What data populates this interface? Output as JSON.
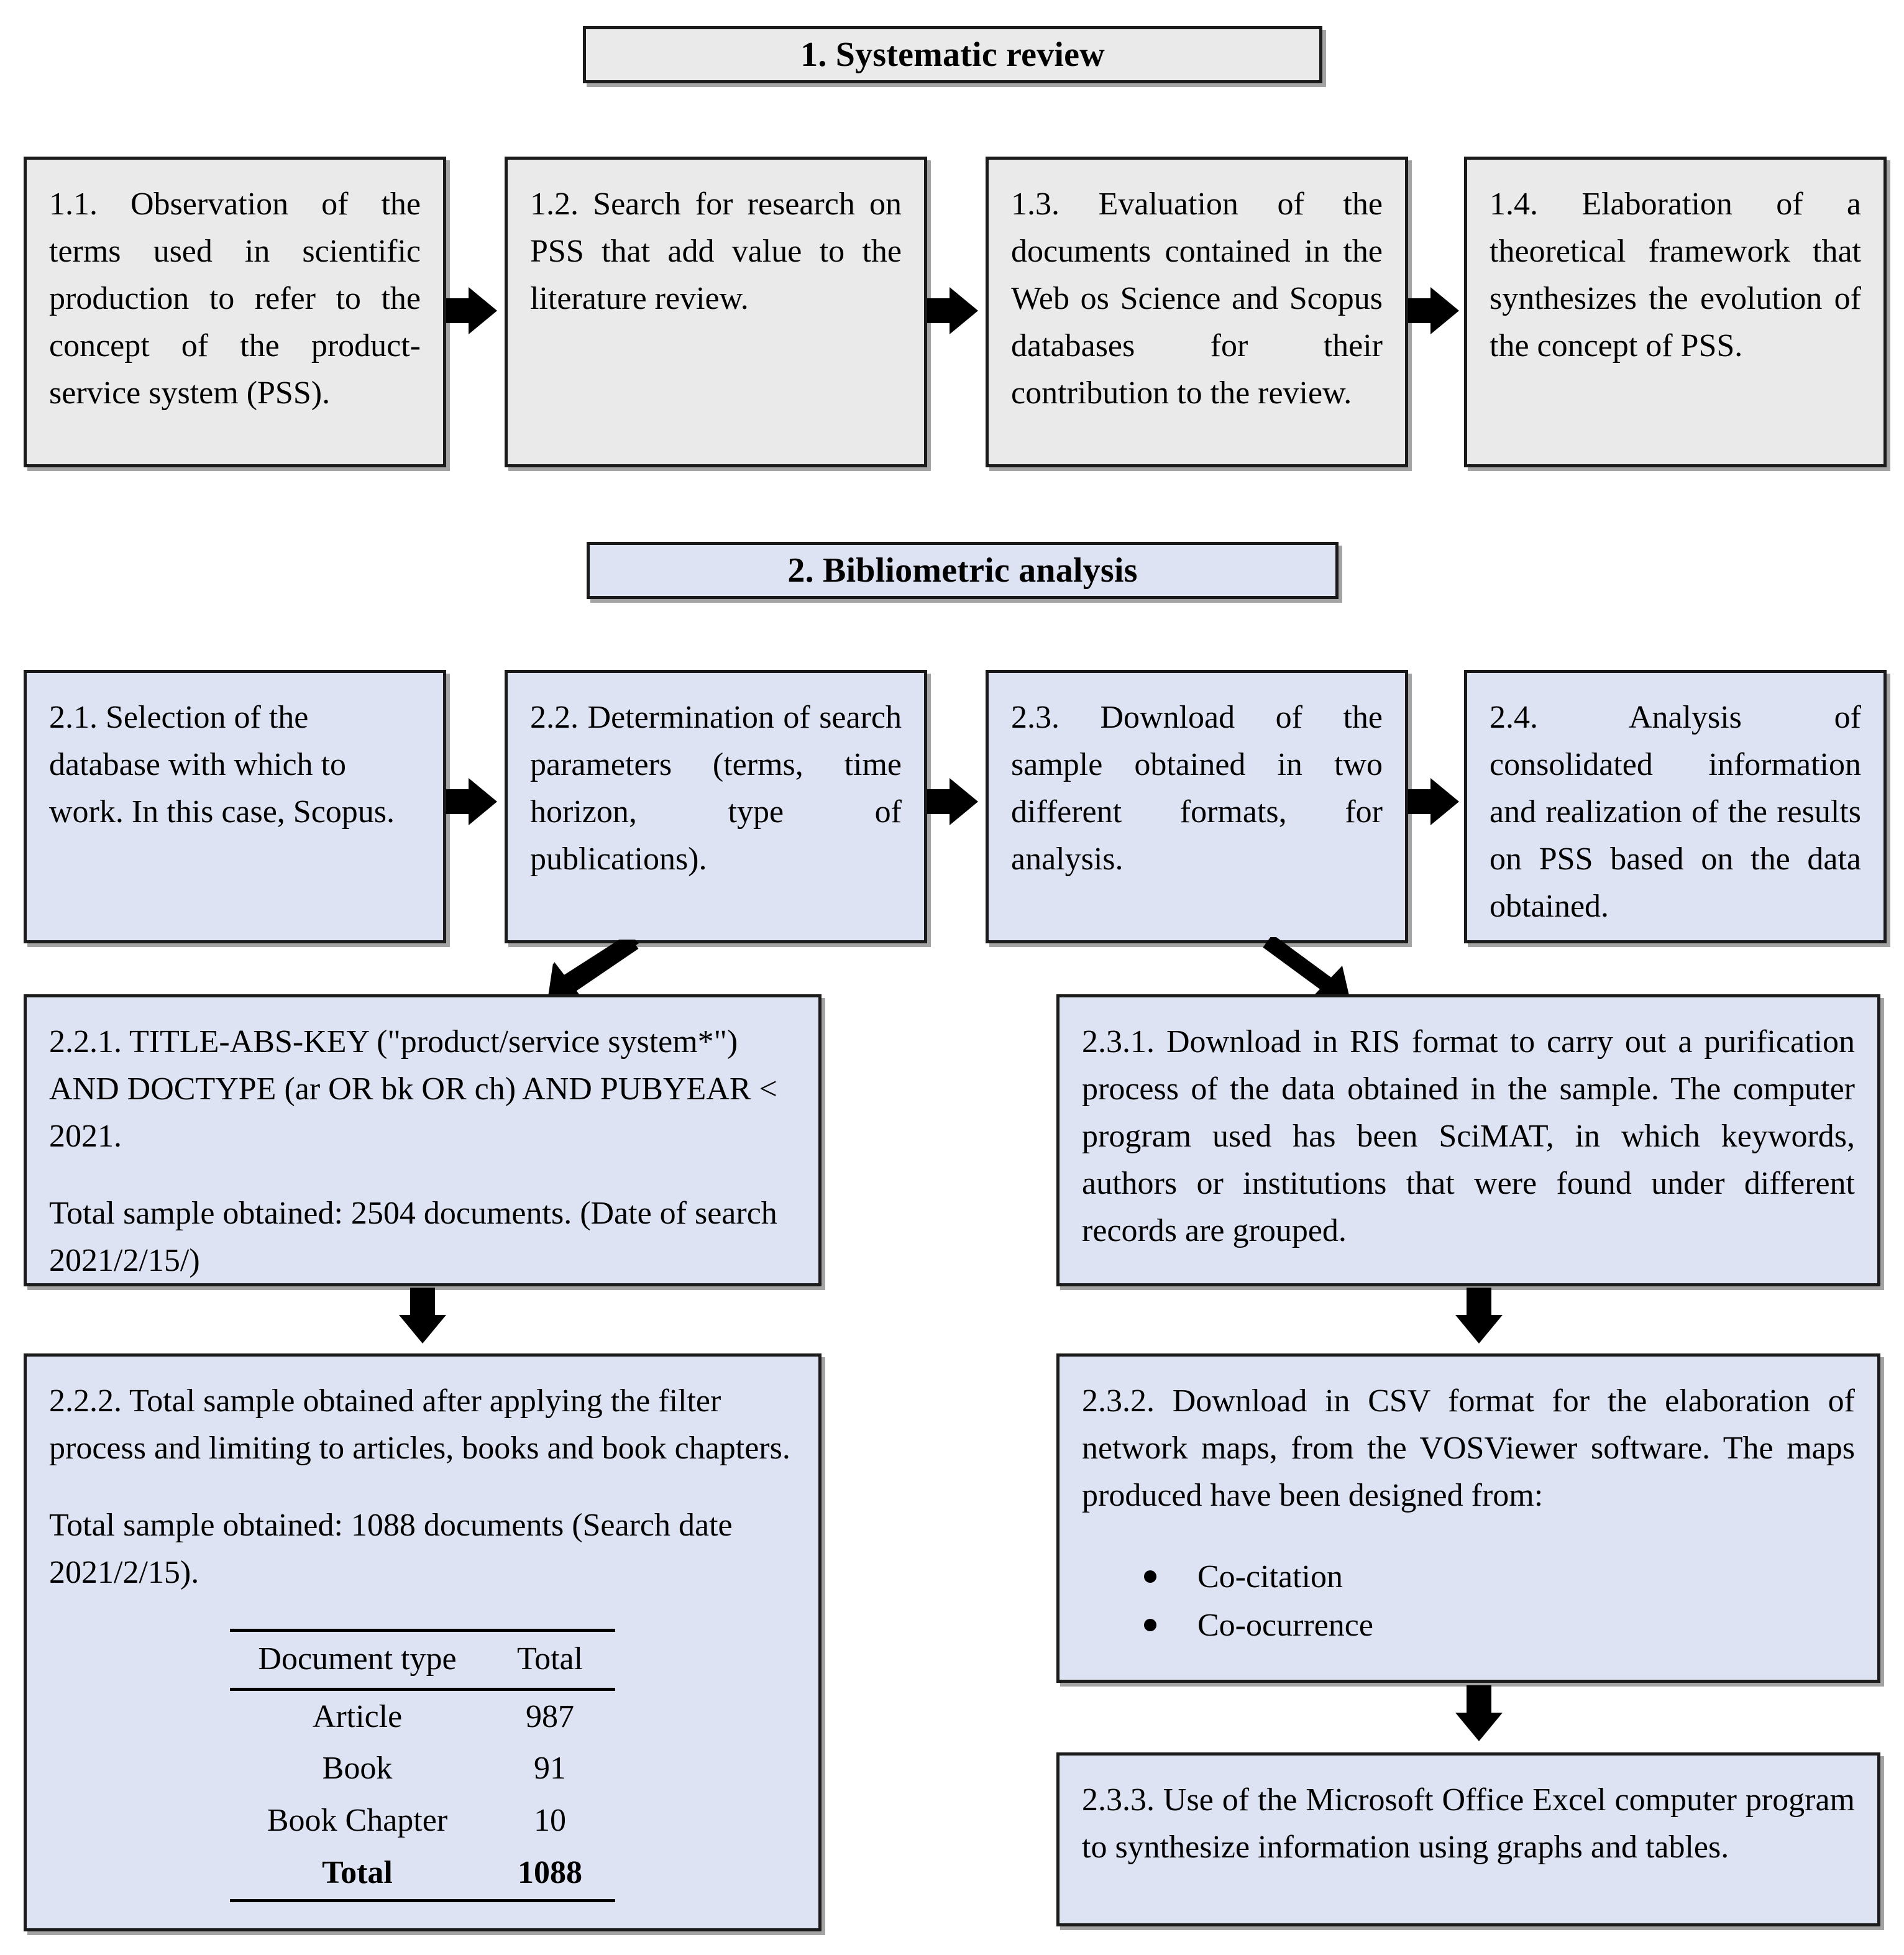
{
  "colors": {
    "section1_fill": "#eaeaea",
    "section2_fill": "#dde3f2",
    "border": "#1a1a1a",
    "arrow": "#000000"
  },
  "sections": [
    {
      "id": "section-1",
      "header": "1. Systematic review",
      "steps": [
        {
          "id": "1.1",
          "text": "1.1. Observation of the terms used in scientific production to refer to the concept of the product-service system (PSS)."
        },
        {
          "id": "1.2",
          "text": "1.2. Search for research on PSS that add value to the literature review."
        },
        {
          "id": "1.3",
          "text": "1.3. Evaluation of the documents contained in the Web os Science and Scopus databases for their contribution to the review."
        },
        {
          "id": "1.4",
          "text": "1.4. Elaboration of a theoretical framework that synthesizes the evolution of the concept of PSS."
        }
      ]
    },
    {
      "id": "section-2",
      "header": "2. Bibliometric analysis",
      "steps": [
        {
          "id": "2.1",
          "text": "2.1. Selection of the database with which to work. In this case, Scopus."
        },
        {
          "id": "2.2",
          "text": "2.2. Determination of search parameters (terms, time horizon, type of publications)."
        },
        {
          "id": "2.3",
          "text": "2.3. Download of the sample obtained in two different formats, for analysis."
        },
        {
          "id": "2.4",
          "text": "2.4. Analysis of consolidated information and realization of the results on PSS based on the data obtained."
        }
      ]
    }
  ],
  "substeps": {
    "s221": {
      "para1": "2.2.1. TITLE-ABS-KEY (\"product/service system*\") AND DOCTYPE (ar OR bk OR ch) AND PUBYEAR < 2021.",
      "para2": "Total sample obtained: 2504 documents. (Date of search 2021/2/15/)"
    },
    "s222": {
      "para1": "2.2.2. Total sample obtained after applying the filter process and limiting to articles, books and book chapters.",
      "para2": "Total sample obtained: 1088 documents (Search date 2021/2/15)."
    },
    "s231": {
      "para1": "2.3.1. Download in RIS format to carry out a purification process of the data obtained in the sample. The computer program used has been SciMAT, in which keywords, authors or institutions that were found under different records are grouped."
    },
    "s232": {
      "para1": "2.3.2. Download in CSV format for the elaboration of network maps, from the VOSViewer software. The maps produced have been designed from:",
      "bullets": [
        "Co-citation",
        "Co-ocurrence"
      ]
    },
    "s233": {
      "para1": "2.3.3. Use of the Microsoft Office Excel computer program to synthesize information using graphs and tables."
    }
  },
  "doc_type_table": {
    "headers": [
      "Document type",
      "Total"
    ],
    "rows": [
      [
        "Article",
        "987"
      ],
      [
        "Book",
        "91"
      ],
      [
        "Book Chapter",
        "10"
      ]
    ],
    "total_row": [
      "Total",
      "1088"
    ]
  }
}
